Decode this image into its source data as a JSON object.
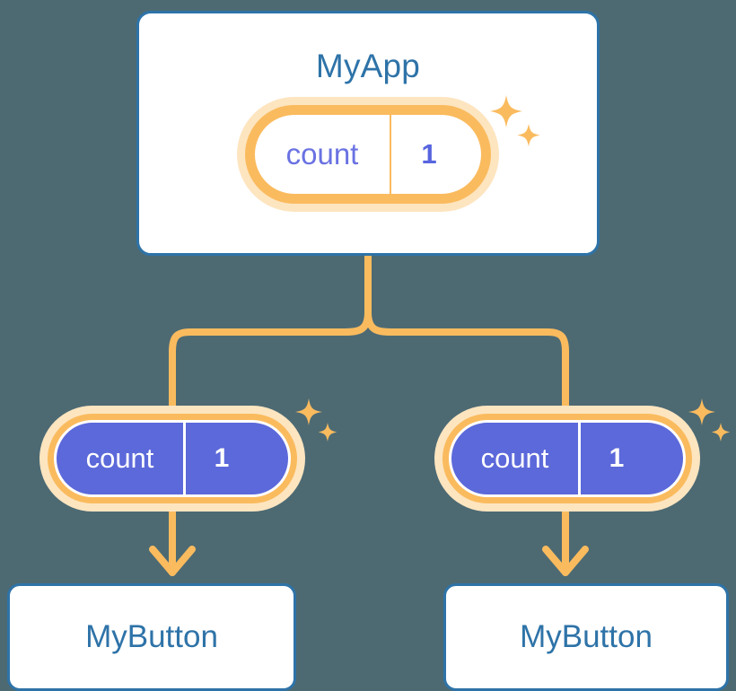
{
  "diagram": {
    "title_node": {
      "label": "MyApp"
    },
    "background_color": "#4d6a73",
    "accent_colors": {
      "card_border": "#2e73a8",
      "card_text": "#2e73a8",
      "state_ring": "#fabb5e",
      "state_halo": "#fde5c0",
      "state_fill": "#5c69da",
      "state_text_light": "#6a72e2",
      "connector": "#fabb5e"
    },
    "state_pills": [
      {
        "id": "app-state",
        "key": "count",
        "value": "1",
        "style": "outline",
        "sparkle_count": 2
      },
      {
        "id": "left-button-state",
        "key": "count",
        "value": "1",
        "style": "filled",
        "sparkle_count": 2
      },
      {
        "id": "right-button-state",
        "key": "count",
        "value": "1",
        "style": "filled",
        "sparkle_count": 2
      }
    ],
    "child_nodes": [
      {
        "id": "left-button",
        "label": "MyButton"
      },
      {
        "id": "right-button",
        "label": "MyButton"
      }
    ]
  }
}
